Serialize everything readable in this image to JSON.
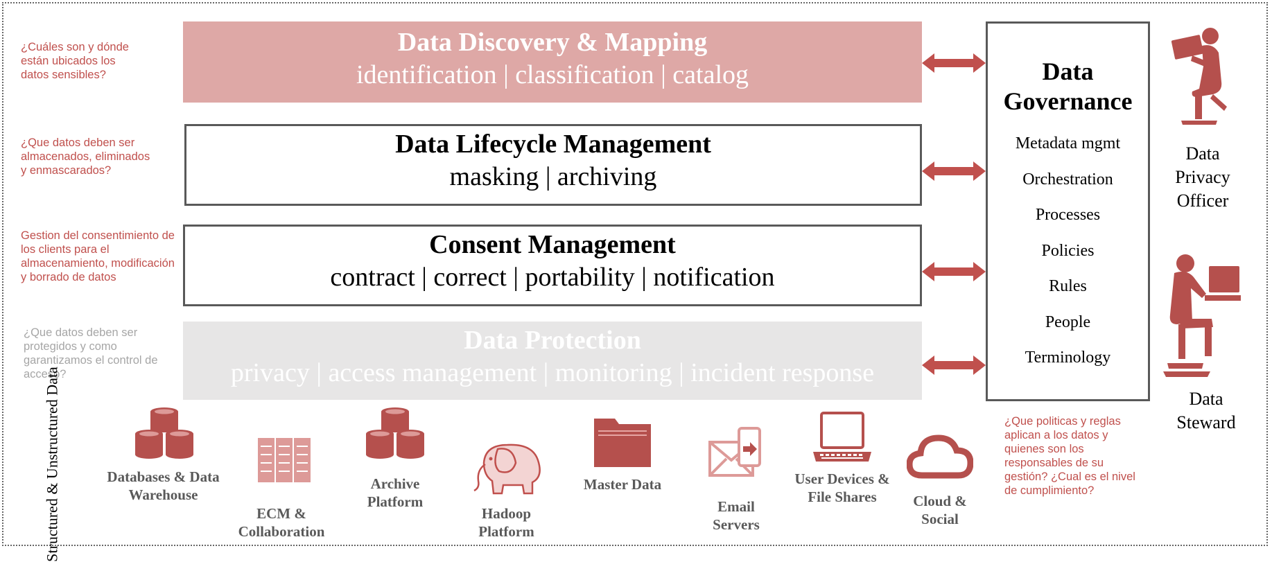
{
  "questions": {
    "discovery": "¿Cuáles son y dónde están ubicados los datos sensibles?",
    "lifecycle": "¿Que datos deben ser almacenados, eliminados y enmascarados?",
    "consent": "Gestion del consentimiento de los clients para el almacenamiento, modificación y borrado de datos",
    "protection": "¿Que datos deben ser protegidos y como garantizamos el control de acceso?",
    "governance": "¿Que politicas y reglas aplican a los datos y quienes son los responsables de su gestión? ¿Cual es el nivel de cumplimiento?"
  },
  "layers": {
    "discovery": {
      "title": "Data Discovery & Mapping",
      "subtitle": "identification | classification | catalog"
    },
    "lifecycle": {
      "title": "Data Lifecycle Management",
      "subtitle": "masking | archiving"
    },
    "consent": {
      "title": "Consent Management",
      "subtitle": "contract | correct | portability | notification"
    },
    "protection": {
      "title": "Data Protection",
      "subtitle": "privacy | access management | monitoring | incident response"
    }
  },
  "governance": {
    "title": "Data Governance",
    "items": [
      "Metadata mgmt",
      "Orchestration",
      "Processes",
      "Policies",
      "Rules",
      "People",
      "Terminology"
    ]
  },
  "roles": {
    "officer": "Data Privacy Officer",
    "steward": "Data Steward"
  },
  "data_label": "Structured & Unstructured Data",
  "sources": {
    "databases": "Databases & Data Warehouse",
    "ecm": "ECM & Collaboration",
    "archive": "Archive Platform",
    "hadoop": "Hadoop Platform",
    "master": "Master Data",
    "email": "Email Servers",
    "devices": "User Devices & File Shares",
    "cloud": "Cloud & Social"
  },
  "colors": {
    "accent": "#c0504d",
    "icon": "#b5504d",
    "discovery_fill": "#dea8a6",
    "protection_fill": "#e7e6e6",
    "border": "#595959"
  }
}
